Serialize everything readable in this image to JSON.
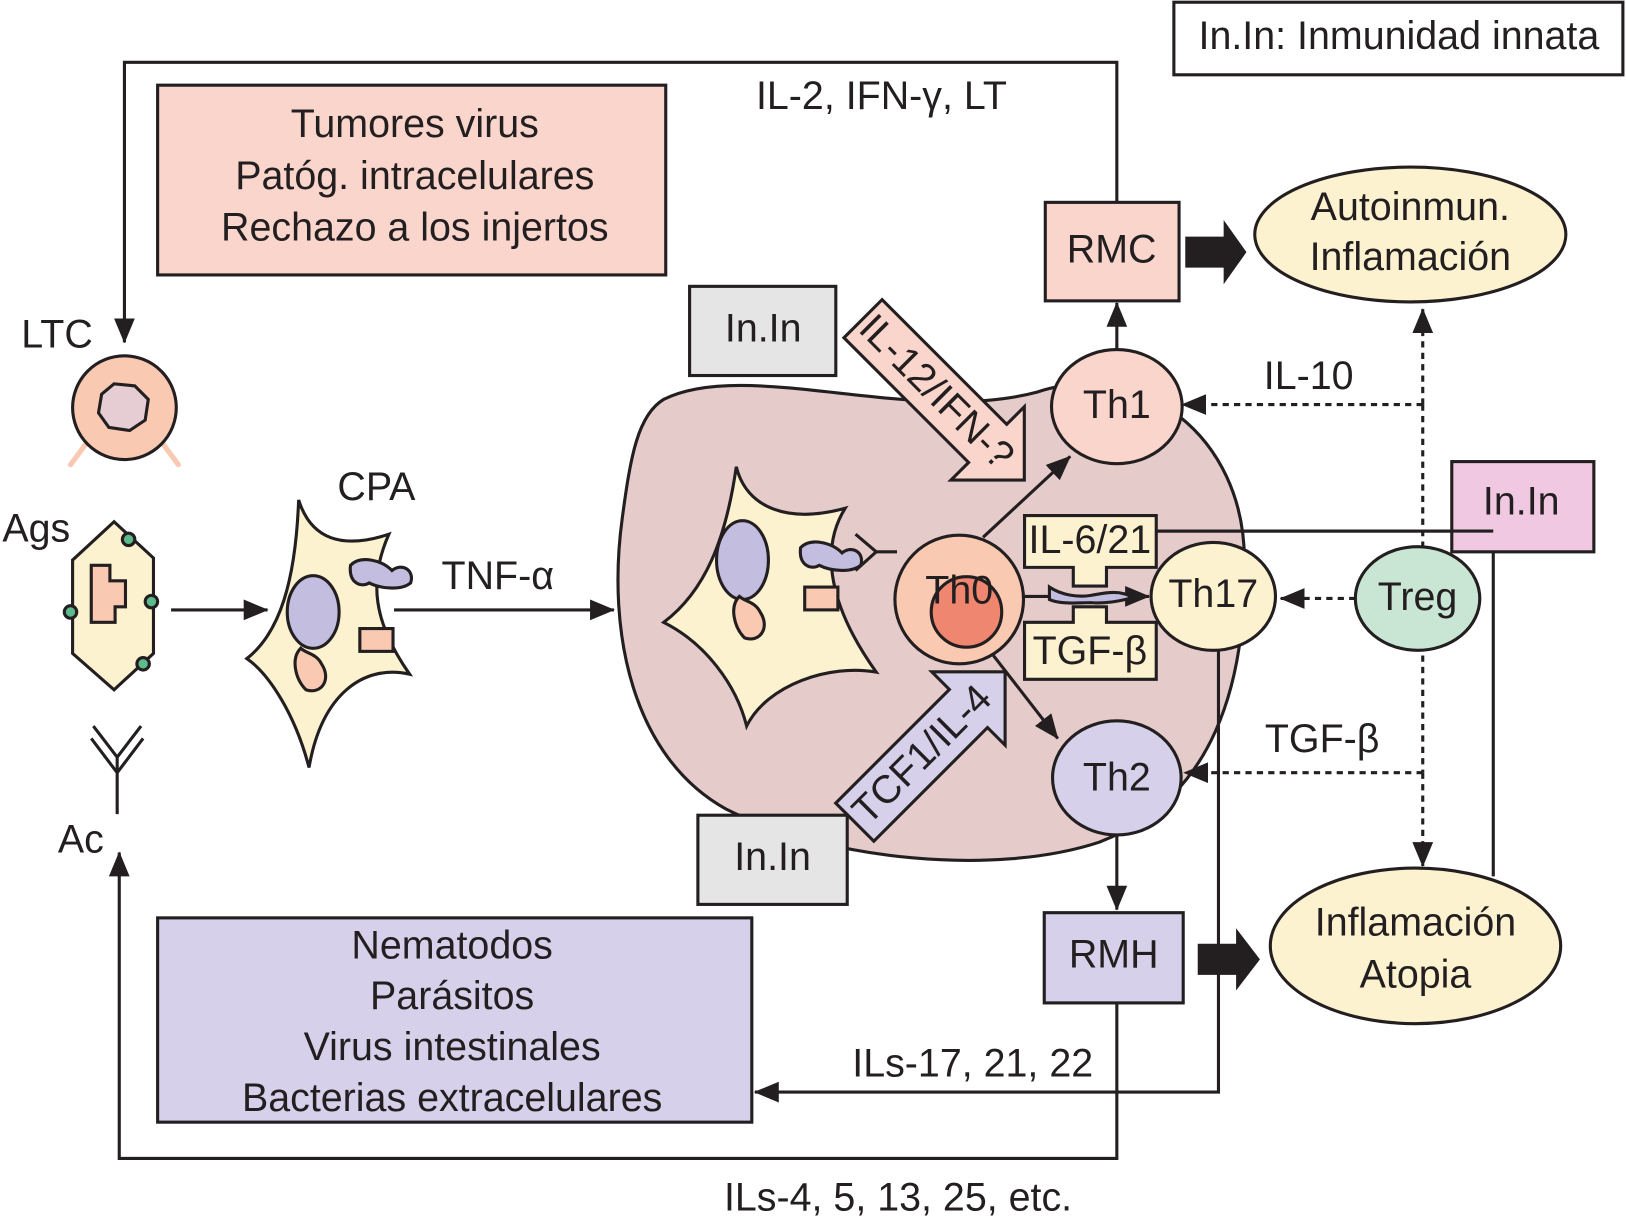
{
  "legend": {
    "text": "In.In: Inmunidad innata"
  },
  "colors": {
    "pink": "#f9d5cc",
    "lavender": "#d6d0ea",
    "cream": "#fdf2cf",
    "blob": "#e6cbcb",
    "green": "#c8e6d3",
    "magenta": "#f1c8e2",
    "gray": "#e5e5e5",
    "th0_outer": "#f9c9b2",
    "th0_inner": "#ee8670"
  },
  "top_box": {
    "lines": [
      "Tumores virus",
      "Patóg. intracelulares",
      "Rechazo a los injertos"
    ]
  },
  "bottom_box": {
    "lines": [
      "Nematodos",
      "Parásitos",
      "Virus intestinales",
      "Bacterias extracelulares"
    ]
  },
  "labels": {
    "il2": "IL-2, IFN-γ, LT",
    "ltc": "LTC",
    "ags": "Ags",
    "ac": "Ac",
    "cpa": "CPA",
    "tnf": "TNF-α",
    "il10": "IL-10",
    "tgfb_right": "TGF-β",
    "ils17": "ILs-17, 21, 22",
    "ils4": "ILs-4, 5, 13, 25, etc."
  },
  "cells": {
    "th0": "Th0",
    "th1": "Th1",
    "th2": "Th2",
    "th17": "Th17",
    "treg": "Treg"
  },
  "boxes": {
    "rmc": "RMC",
    "rmh": "RMH",
    "il6": "IL-6/21",
    "tgfb": "TGF-β",
    "inin_top": "In.In",
    "inin_bottom": "In.In",
    "inin_right": "In.In"
  },
  "arrows": {
    "il12": "IL-12/IFN-?",
    "tcf1": "TCF1/IL-4"
  },
  "outcomes": {
    "autoinmun": [
      "Autoinmun.",
      "Inflamación"
    ],
    "atopia": [
      "Inflamación",
      "Atopia"
    ]
  }
}
